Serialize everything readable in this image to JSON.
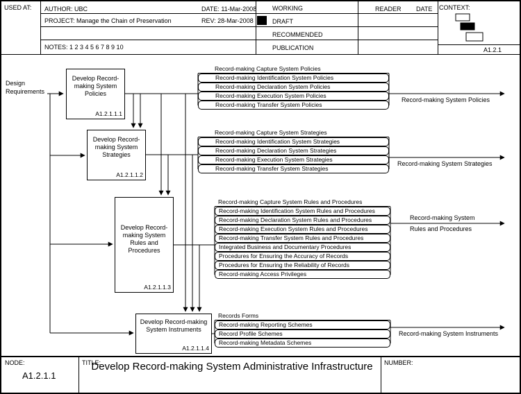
{
  "colors": {
    "line": "#000000",
    "background": "#ffffff"
  },
  "header": {
    "used_at": "USED AT:",
    "author": "AUTHOR:  UBC",
    "date": "DATE:  11-Mar-2008",
    "project": "PROJECT:  Manage the Chain of Preservation",
    "rev": "REV:  28-Mar-2008",
    "notes": "NOTES:  1 2 3 4 5 6 7 8 9 10",
    "statuses": [
      "WORKING",
      "DRAFT",
      "RECOMMENDED",
      "PUBLICATION"
    ],
    "reader": "READER",
    "date_col": "DATE",
    "context_label": "CONTEXT:",
    "context_node": "A1.2.1"
  },
  "diagram": {
    "input": "Design Requirements",
    "boxes": [
      {
        "title": "Develop Record-making System Policies",
        "code": "A1.2.1.1.1"
      },
      {
        "title": "Develop Record-making System Strategies",
        "code": "A1.2.1.1.2"
      },
      {
        "title": "Develop Record-making System Rules and Procedures",
        "code": "A1.2.1.1.3"
      },
      {
        "title": "Develop Record-making System Instruments",
        "code": "A1.2.1.1.4"
      }
    ],
    "groups": [
      {
        "outputs": [
          "Record-making Capture System Policies",
          "Record-making Identification System Policies",
          "Record-making Declaration System Policies",
          "Record-making Execution System Policies",
          "Record-making Transfer System Policies"
        ],
        "merged": "Record-making System Policies"
      },
      {
        "outputs": [
          "Record-making Capture System Strategies",
          "Record-making Identification System Strategies",
          "Record-making Declaration System Strategies",
          "Record-making Execution System Strategies",
          "Record-making Transfer System Strategies"
        ],
        "merged": "Record-making System Strategies"
      },
      {
        "outputs": [
          "Record-making Capture System Rules and Procedures",
          "Record-making Identification System Rules and Procedures",
          "Record-making Declaration System Rules and Procedures",
          "Record-making Execution System Rules and Procedures",
          "Record-making Transfer System Rules and Procedures",
          "Integrated Business and Documentary Procedures",
          "Procedures for Ensuring the Accuracy of Records",
          "Procedures for Ensuring the Reliability of Records",
          "Record-making Access Privileges"
        ],
        "merged": "Record-making System Rules and Procedures"
      },
      {
        "outputs": [
          "Records Forms",
          "Record-making Reporting Schemes",
          "Record Profile Schemes",
          "Record-making Metadata Schemes"
        ],
        "merged": "Record-making System Instruments"
      }
    ]
  },
  "footer": {
    "node_label": "NODE:",
    "node": "A1.2.1.1",
    "title_label": "TITLE:",
    "title": "Develop Record-making System Administrative Infrastructure",
    "number_label": "NUMBER:"
  }
}
